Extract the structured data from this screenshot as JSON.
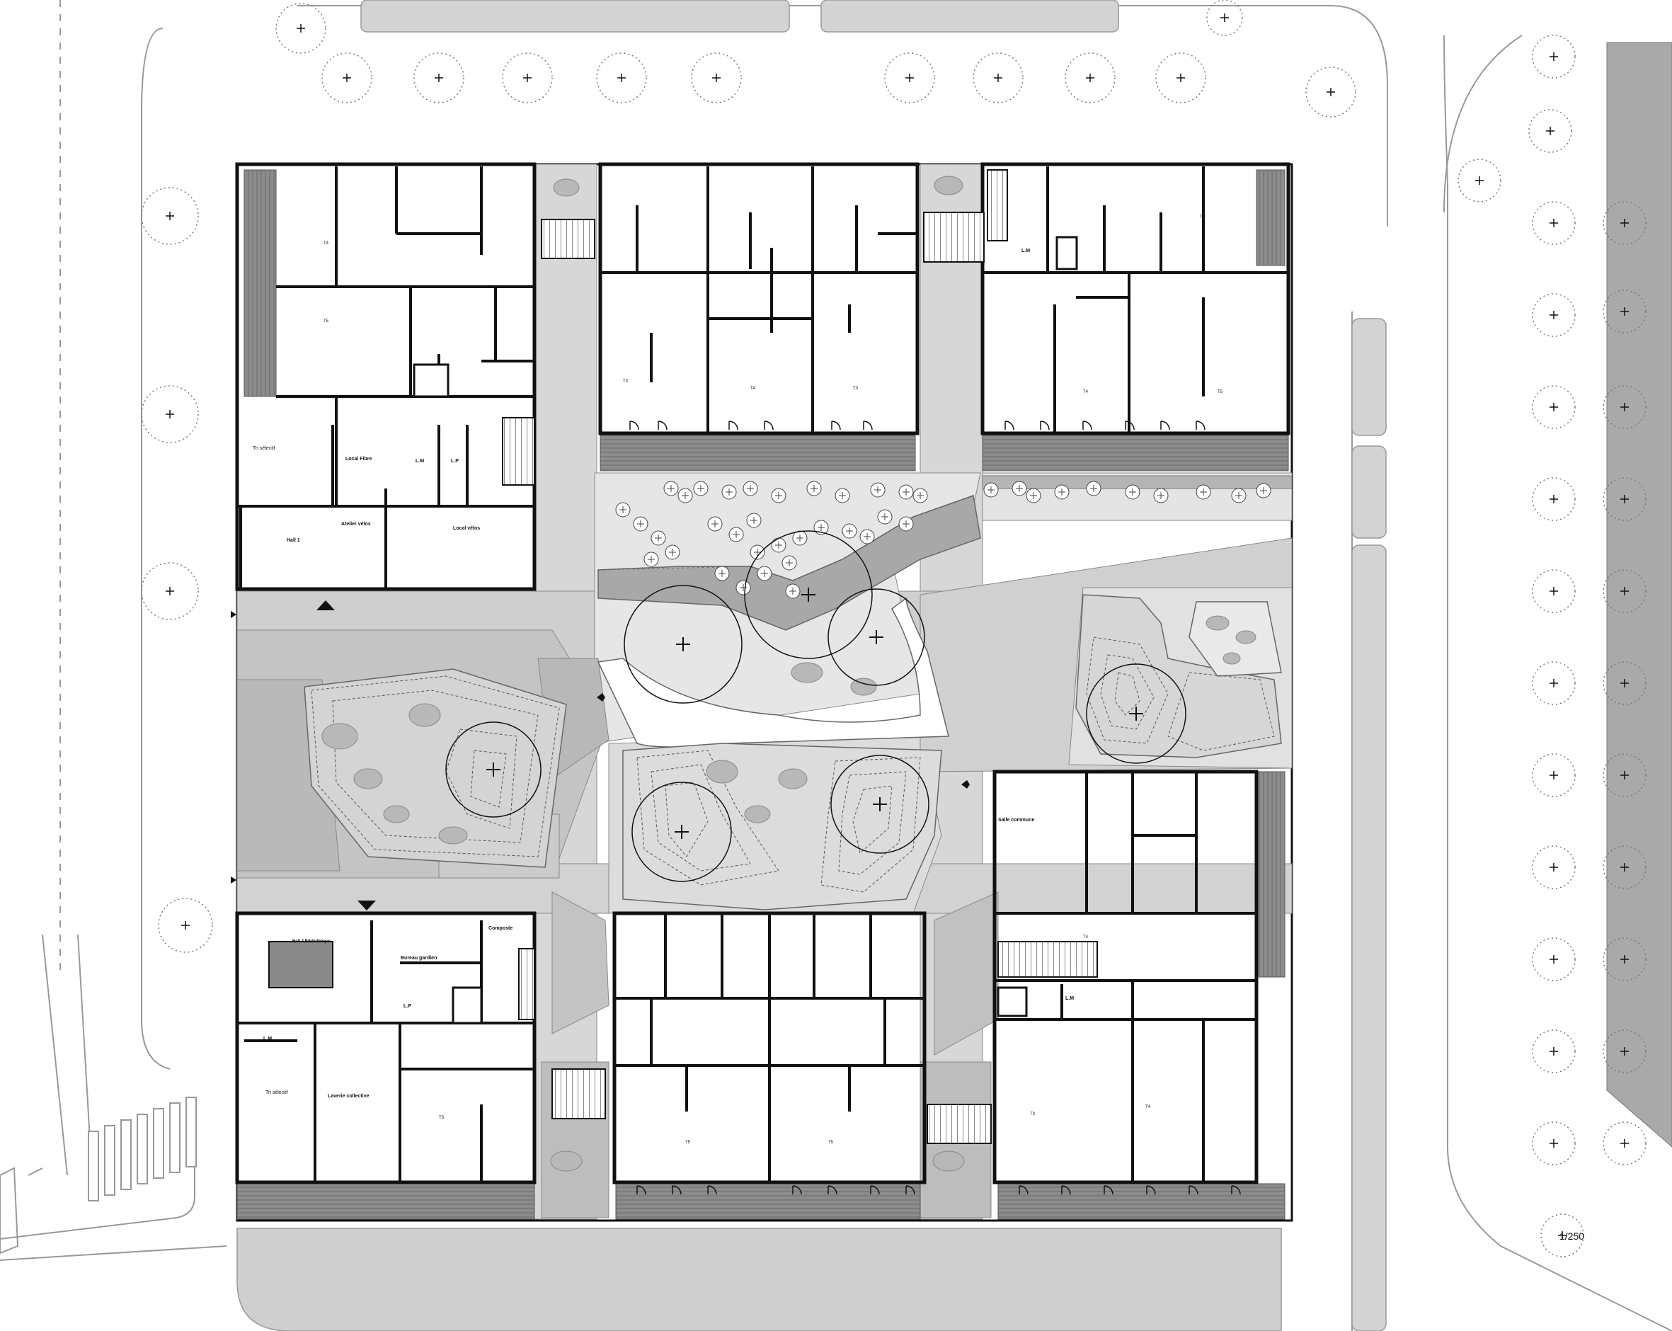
{
  "plan": {
    "scale_label": "1/250",
    "north_marker": "+"
  },
  "rooms": {
    "tri_selectif_1": "Tri sélectif",
    "hall_1": "Hall 1",
    "local_fibre": "Local Fibre",
    "lm_1": "L.M",
    "lp_1": "L.P",
    "atelier_velos": "Atelier vélos",
    "local_velos": "Local vélos",
    "hall_2_bibliotheque": "Hall 2 Bibliothèque",
    "bureau_gardien": "Bureau gardien",
    "composte": "Composte",
    "lp_2": "L.P",
    "lm_2": "L.M",
    "tri_selectif_2": "Tri sélectif",
    "laverie_collective": "Laverie collective",
    "salle_commune": "Salle commune",
    "lm_3": "L.M",
    "lm_4": "L.M"
  },
  "apartments": {
    "a1": "T4",
    "a2": "T5",
    "a3": "T3",
    "a4": "T4",
    "a5": "T3",
    "a6": "T3",
    "a7": "T4",
    "a8": "T5",
    "a9": "T3",
    "a10": "T5",
    "a11": "T5",
    "a12": "T4",
    "a13": "T3",
    "a14": "T4"
  },
  "colors": {
    "wall": "#111111",
    "paving_light": "#d9d9d9",
    "paving_mid": "#c4c4c4",
    "paving_dark": "#a9a9a9",
    "garden": "#e6e6e6",
    "hatch": "#8f8f8f",
    "sidewalk": "#cfcfcf"
  }
}
